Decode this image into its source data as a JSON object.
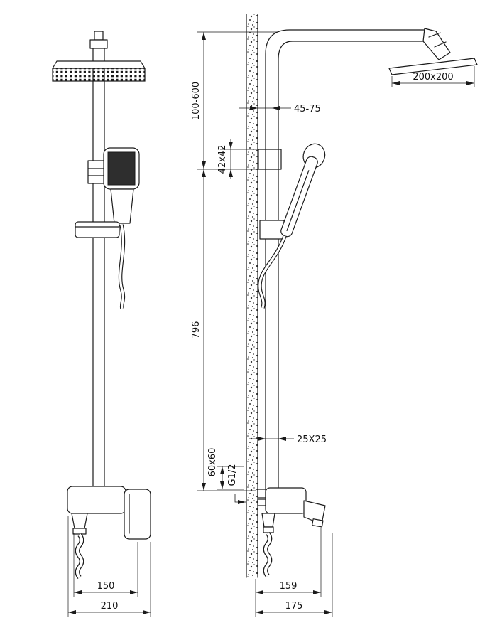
{
  "dims": {
    "front_hose_to_lever": "150",
    "front_overall_width": "210",
    "head_height_adjust": "100-600",
    "bracket_size": "42x42",
    "column_height": "796",
    "wall_clearance": "45-75",
    "head_size": "200x200",
    "pipe_profile": "25X25",
    "escutcheon_size": "60x60",
    "thread_size": "G1/2",
    "side_spout_reach": "159",
    "side_overall_depth": "175"
  },
  "colors": {
    "line": "#1a1a1a",
    "background": "#ffffff",
    "spray_face": "#2e2e2e"
  }
}
